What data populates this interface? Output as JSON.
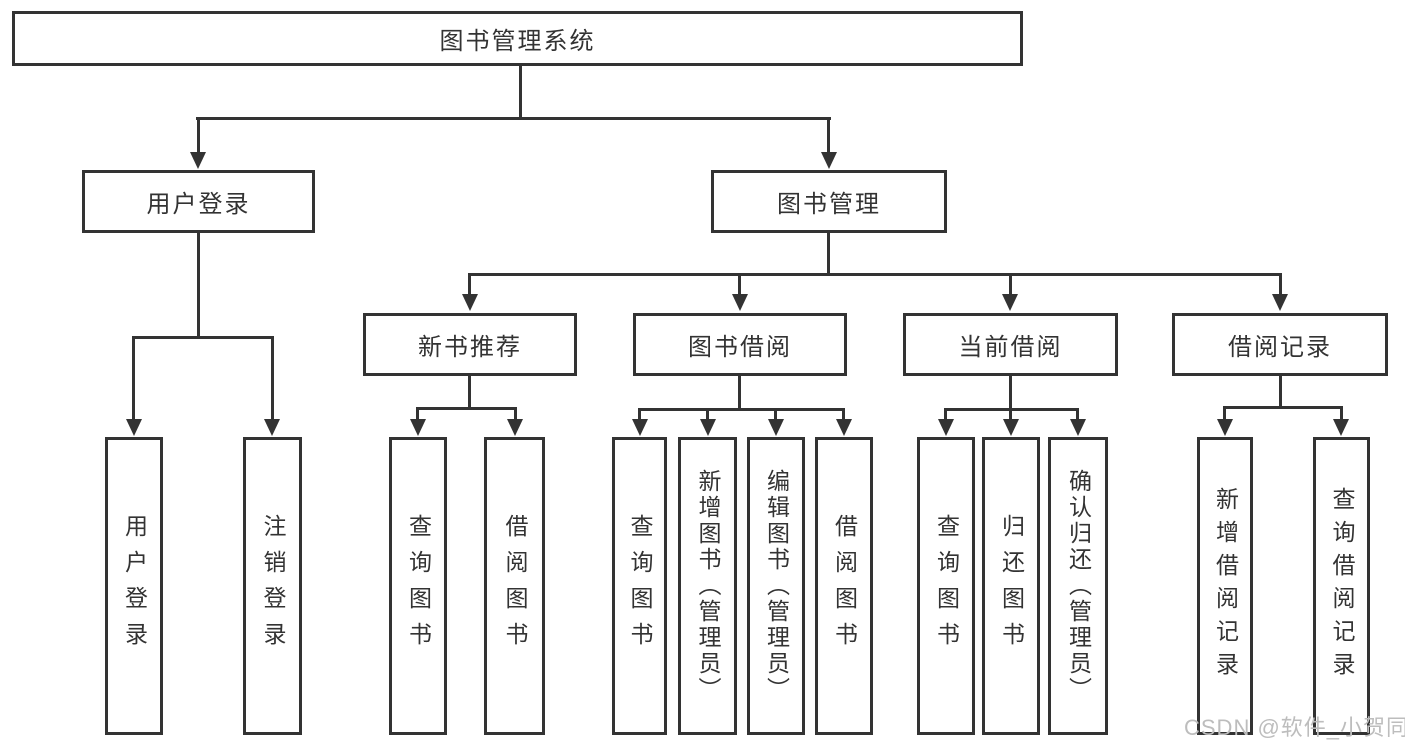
{
  "diagram": {
    "root": {
      "label": "图书管理系统"
    },
    "level2": [
      {
        "label": "用户登录"
      },
      {
        "label": "图书管理"
      }
    ],
    "level3": [
      {
        "label": "新书推荐"
      },
      {
        "label": "图书借阅"
      },
      {
        "label": "当前借阅"
      },
      {
        "label": "借阅记录"
      }
    ],
    "leaves": [
      {
        "label": "用户登录"
      },
      {
        "label": "注销登录"
      },
      {
        "label": "查询图书"
      },
      {
        "label": "借阅图书"
      },
      {
        "label": "查询图书"
      },
      {
        "label": "新增图书（管理员）"
      },
      {
        "label": "编辑图书（管理员）"
      },
      {
        "label": "借阅图书"
      },
      {
        "label": "查询图书"
      },
      {
        "label": "归还图书"
      },
      {
        "label": "确认归还（管理员）"
      },
      {
        "label": "新增借阅记录"
      },
      {
        "label": "查询借阅记录"
      }
    ]
  },
  "watermark": {
    "text": "CSDN @软件_小贺同学"
  },
  "colors": {
    "line": "#333333",
    "box_fill": "#ffffff",
    "watermark": "#bdbdbd",
    "background": "#ffffff"
  }
}
